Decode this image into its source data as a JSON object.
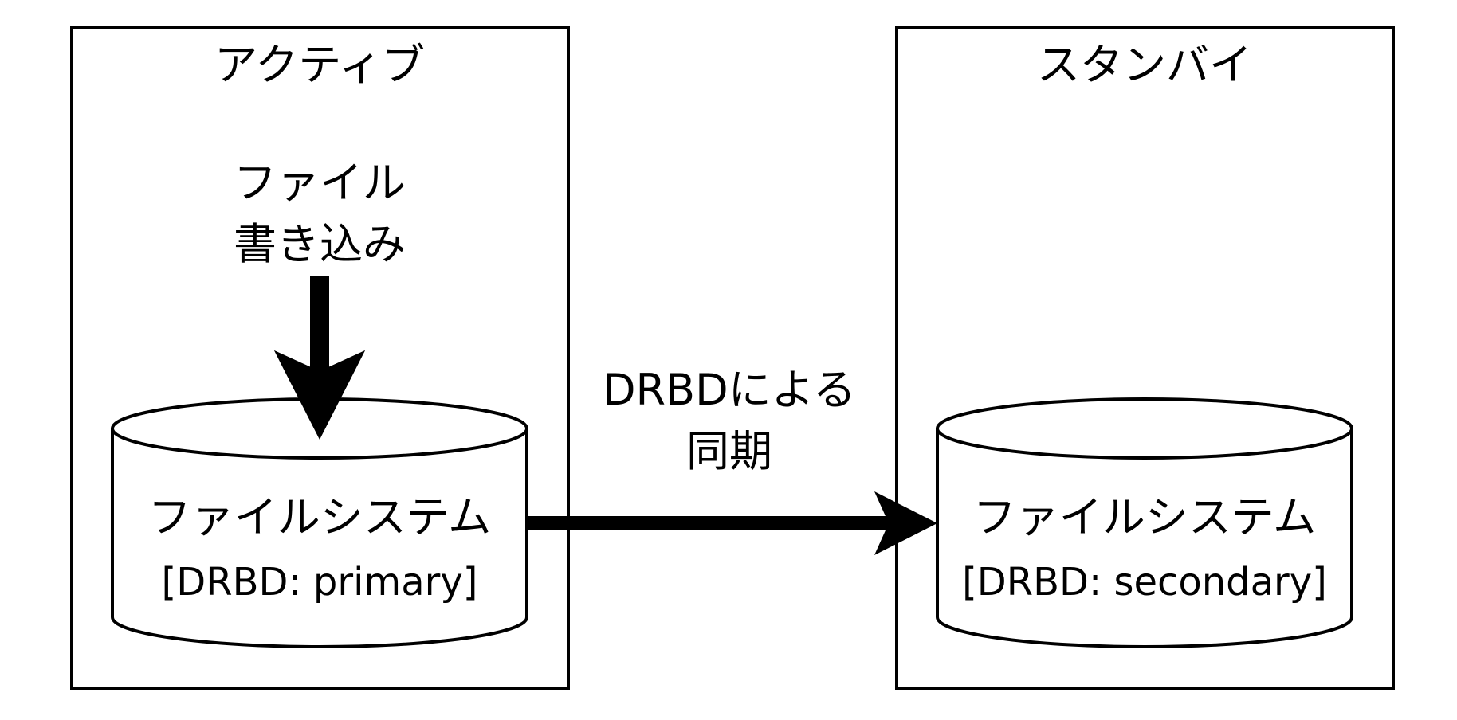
{
  "active_node": {
    "title": "アクティブ",
    "write_label_line1": "ファイル",
    "write_label_line2": "書き込み",
    "disk_label_line1": "ファイルシステム",
    "disk_label_line2": "[DRBD: primary]"
  },
  "standby_node": {
    "title": "スタンバイ",
    "disk_label_line1": "ファイルシステム",
    "disk_label_line2": "[DRBD: secondary]"
  },
  "sync": {
    "label_line1": "DRBDによる",
    "label_line2": "同期"
  },
  "colors": {
    "stroke": "#000000",
    "background": "#ffffff"
  }
}
